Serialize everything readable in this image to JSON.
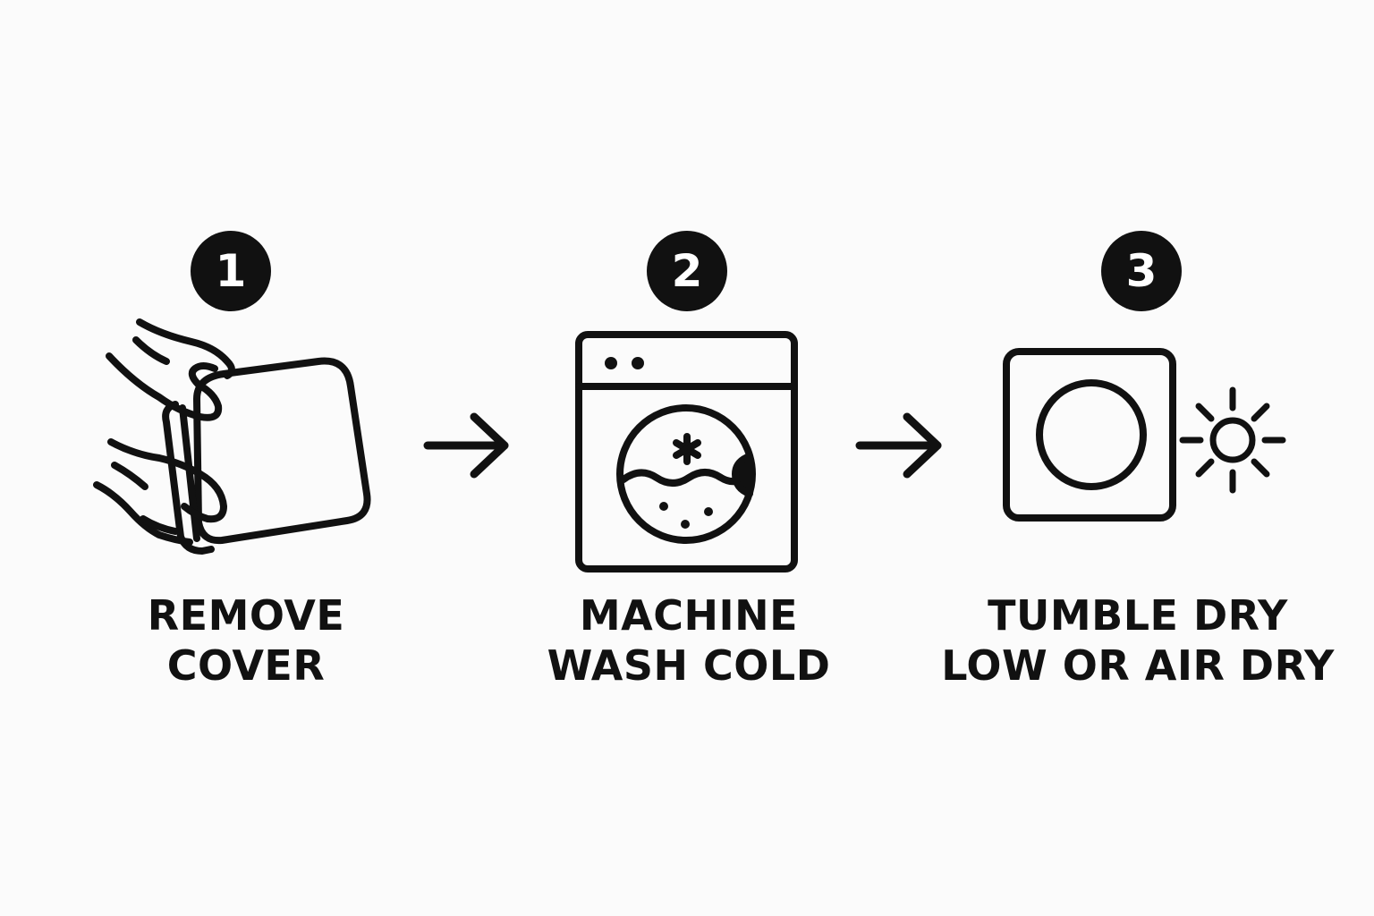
{
  "steps": [
    {
      "number": "1",
      "label_line1": "REMOVE",
      "label_line2": "COVER",
      "icon": "hands-removing-cover-icon"
    },
    {
      "number": "2",
      "label_line1": "MACHINE",
      "label_line2": "WASH COLD",
      "icon": "washing-machine-icon"
    },
    {
      "number": "3",
      "label_line1": "TUMBLE DRY",
      "label_line2": "LOW OR AIR DRY",
      "icon": "tumble-dryer-icon"
    }
  ],
  "connectors": [
    "arrow-right-icon",
    "arrow-right-icon"
  ],
  "extra_icons": [
    "sun-icon"
  ],
  "colors": {
    "ink": "#111111",
    "background": "#fbfbfb",
    "number_text": "#ffffff"
  }
}
